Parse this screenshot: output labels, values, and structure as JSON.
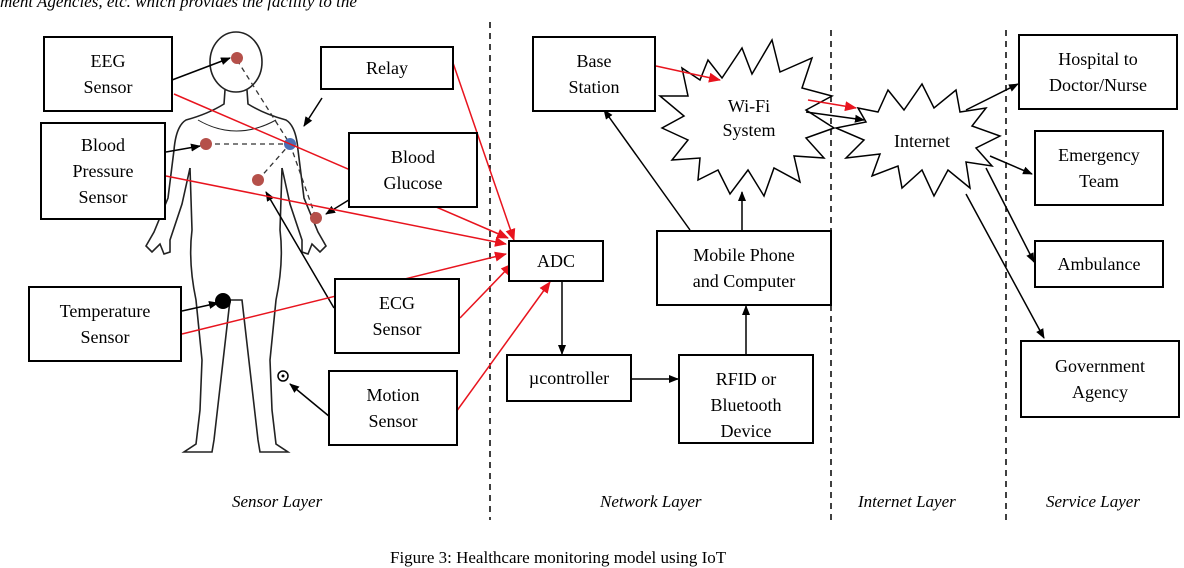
{
  "top_caption_fragment": "ment Agencies, etc. which provides the facility to the",
  "bottom_caption_fragment": "Figure 3: Healthcare monitoring model using IoT",
  "sensor_layer": {
    "label": "Sensor Layer",
    "boxes": {
      "eeg": "EEG\nSensor",
      "relay": "Relay",
      "blood_pressure": "Blood\nPressure\nSensor",
      "blood_glucose": "Blood\nGlucose",
      "temperature": "Temperature\nSensor",
      "ecg": "ECG\nSensor",
      "motion": "Motion\nSensor"
    }
  },
  "network_layer": {
    "label": "Network Layer",
    "boxes": {
      "adc": "ADC",
      "microcontroller": "µcontroller",
      "rfid": "RFID or\nBluetooth\nDevice",
      "mobile": "Mobile Phone\nand Computer",
      "base_station": "Base\nStation"
    },
    "wifi": "Wi-Fi\nSystem"
  },
  "internet_layer": {
    "label": "Internet Layer",
    "internet": "Internet"
  },
  "service_layer": {
    "label": "Service Layer",
    "boxes": {
      "hospital": "Hospital to\nDoctor/Nurse",
      "emergency": "Emergency\nTeam",
      "ambulance": "Ambulance",
      "government": "Government\nAgency"
    }
  },
  "colors": {
    "sensor_dot": "#b5504a",
    "relay_dot": "#4a6fb5",
    "arrow_red": "#e8141e",
    "line": "#000000"
  }
}
